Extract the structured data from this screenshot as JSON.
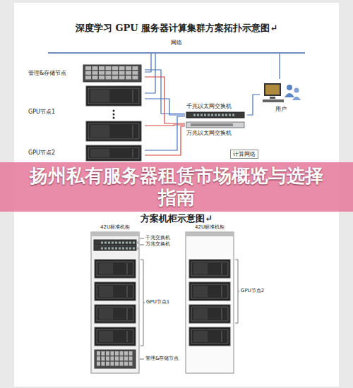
{
  "diagram": {
    "title": "深度学习 GPU 服务器计算集群方案拓扑示意图↵",
    "nodes": [
      {
        "text": [
          "网络"
        ]
      },
      {
        "text": [
          "管理&存储节点"
        ]
      },
      {
        "text": [
          "GPU节点1"
        ]
      },
      {
        "text": [
          "GPU节点2"
        ]
      },
      {
        "text": [
          "千兆以太网交换机"
        ]
      },
      {
        "text": [
          "万兆以太网交换机"
        ]
      },
      {
        "text": [
          "用户"
        ]
      },
      {
        "text": [
          "扬州私有服务器租赁市场概览与选择指南"
        ]
      },
      {
        "text": [
          "42U标准机柜"
        ]
      },
      {
        "text": [
          "42U标准机柜"
        ]
      }
    ],
    "edges": [
      {
        "from": 1,
        "to": 0,
        "arrow": "none"
      },
      {
        "from": 2,
        "to": 0,
        "arrow": "none"
      },
      {
        "from": 1,
        "to": 4,
        "arrow": "none"
      },
      {
        "from": 1,
        "to": 5,
        "arrow": "none"
      },
      {
        "from": 2,
        "to": 4,
        "arrow": "none"
      },
      {
        "from": 2,
        "to": 5,
        "arrow": "none"
      },
      {
        "from": 3,
        "to": 4,
        "arrow": "none"
      },
      {
        "from": 3,
        "to": 5,
        "arrow": "none"
      },
      {
        "from": 6,
        "to": 0,
        "arrow": "none"
      },
      {
        "from": 6,
        "to": 4,
        "arrow": "none"
      }
    ],
    "labels": [
      "千兆交换机",
      "万兆交换机",
      "GPU节点1",
      "管理&存储节点",
      "GPU节点2",
      "方案机柜示意图↵",
      "计算网络"
    ]
  }
}
